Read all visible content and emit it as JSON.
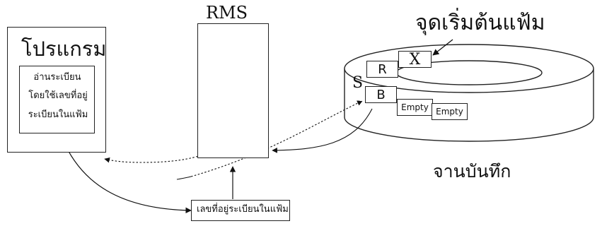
{
  "program": {
    "title": "โปรแกรม",
    "inner_lines": [
      "อ่านระเบียน",
      "โดยใช้เลขที่อยู่",
      "ระเบียนในแฟ้ม"
    ]
  },
  "rms": {
    "title": "RMS"
  },
  "address_box": {
    "label": "เลขที่อยู่ระเบียนในแฟ้ม"
  },
  "disk": {
    "start_label": "จุดเริ่มต้นแฟ้ม",
    "caption": "จานบันทึก",
    "records": {
      "x": "X",
      "r": "R",
      "s": "S",
      "b": "B",
      "empty1": "Empty",
      "empty2": "Empty"
    }
  }
}
